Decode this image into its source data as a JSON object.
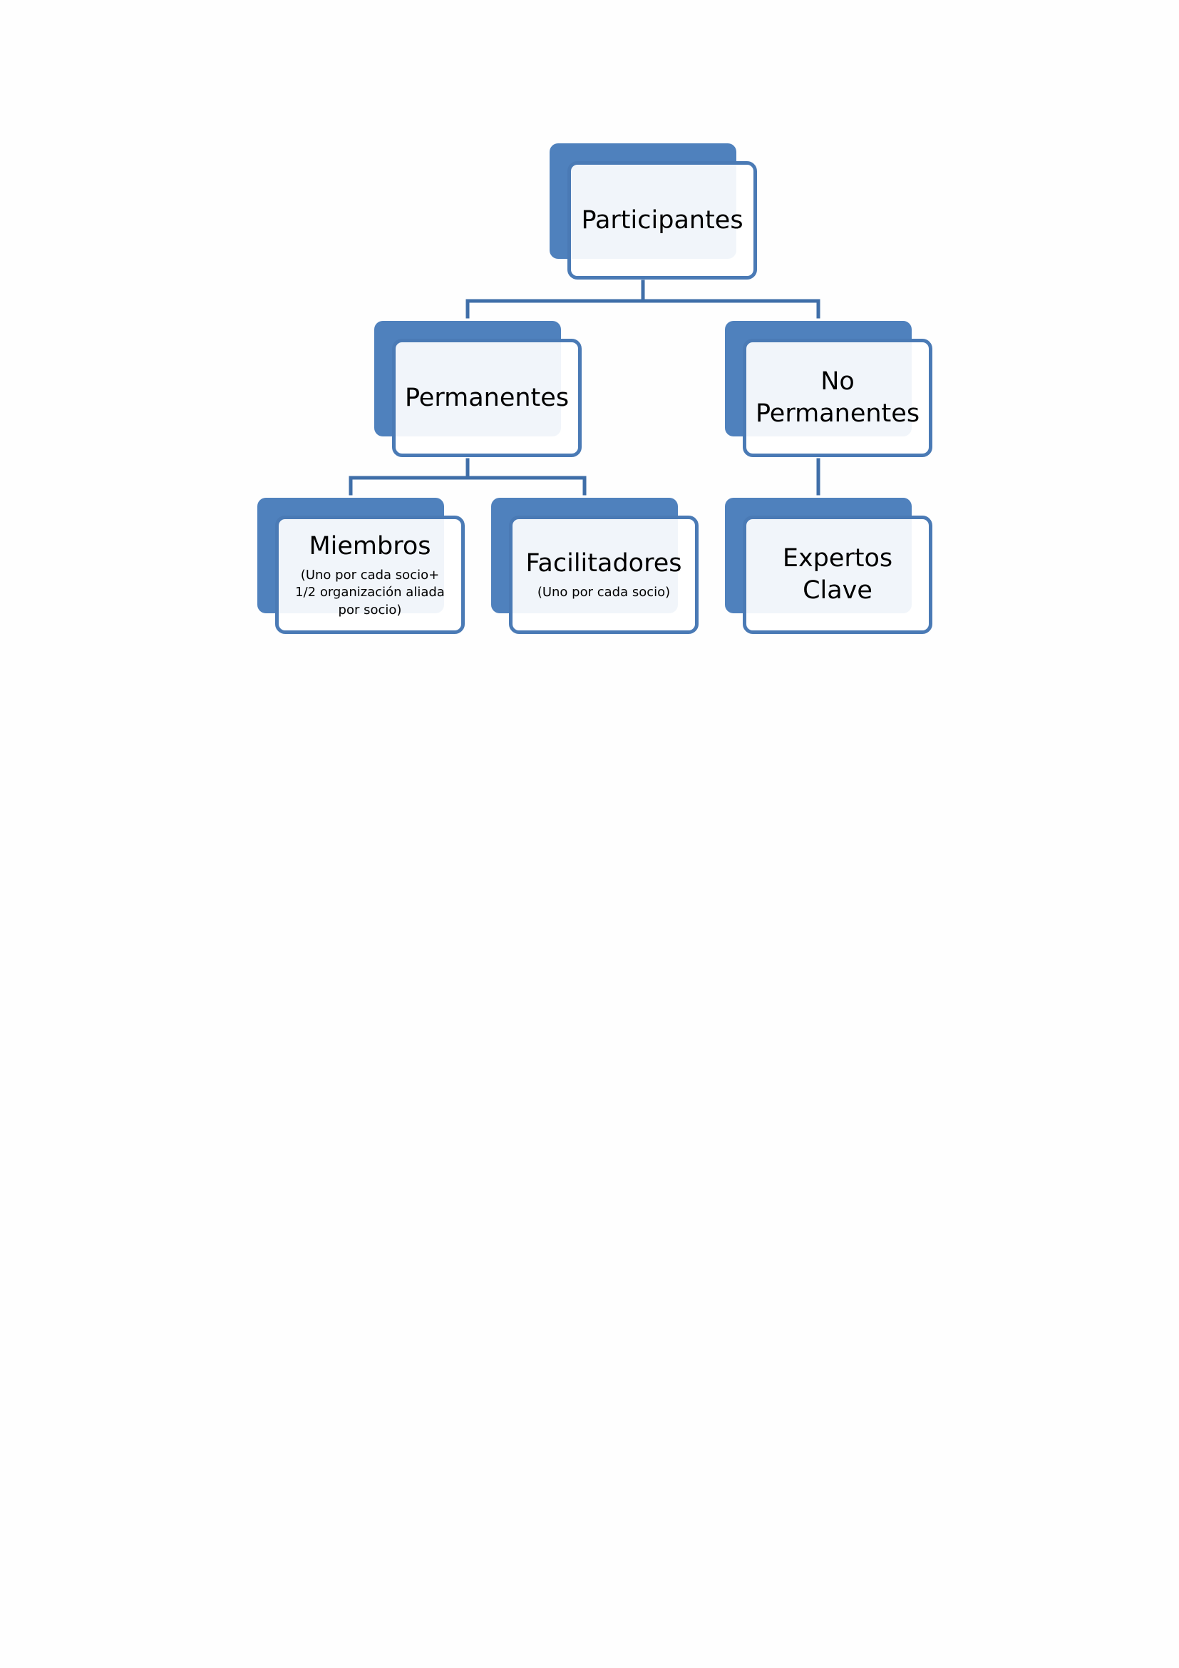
{
  "colors": {
    "accent": "#4f81bd",
    "node_fill_light": "#eaf0f8",
    "connector": "#3f6ea8",
    "text": "#000000"
  },
  "diagram": {
    "root": {
      "title": "Participantes"
    },
    "permanentes": {
      "title": "Permanentes"
    },
    "no_permanentes": {
      "title": "No Permanentes"
    },
    "miembros": {
      "title": "Miembros",
      "note": "(Uno por cada socio+ 1/2 organización aliada por socio)"
    },
    "facilitadores": {
      "title": "Facilitadores",
      "note": "(Uno por cada socio)"
    },
    "expertos": {
      "title": "Expertos Clave"
    }
  }
}
